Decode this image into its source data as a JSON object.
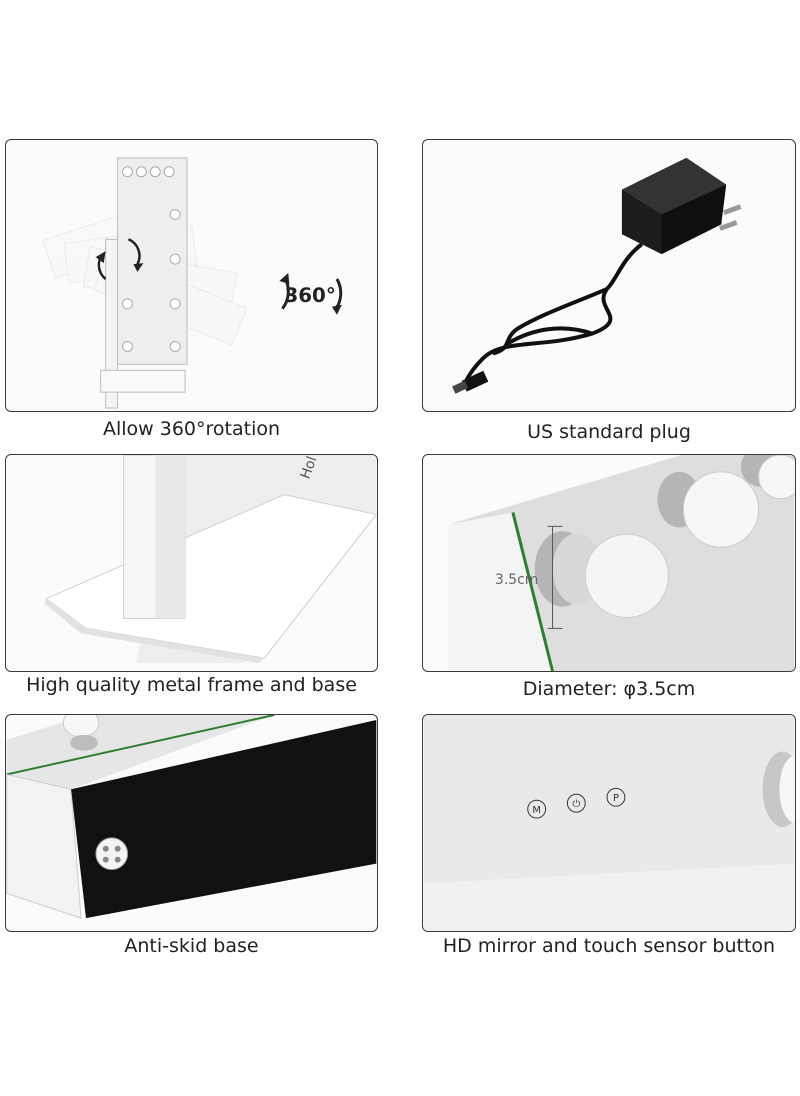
{
  "panels": [
    {
      "caption": "Allow 360°rotation",
      "badge": "360°"
    },
    {
      "caption": "US standard plug"
    },
    {
      "caption": "High quality metal frame and base",
      "brand_fragment": "Hol"
    },
    {
      "caption": "Diameter: φ3.5cm",
      "measure": "3.5cm"
    },
    {
      "caption": "Anti-skid base"
    },
    {
      "caption": "HD mirror and touch sensor button",
      "buttons": [
        "M",
        "⏻",
        "P"
      ]
    }
  ],
  "colors": {
    "border": "#3a3a3a",
    "panel_bg": "#fbfbfb",
    "black_panel": "#111111",
    "glass_edge": "#2e7d32"
  }
}
